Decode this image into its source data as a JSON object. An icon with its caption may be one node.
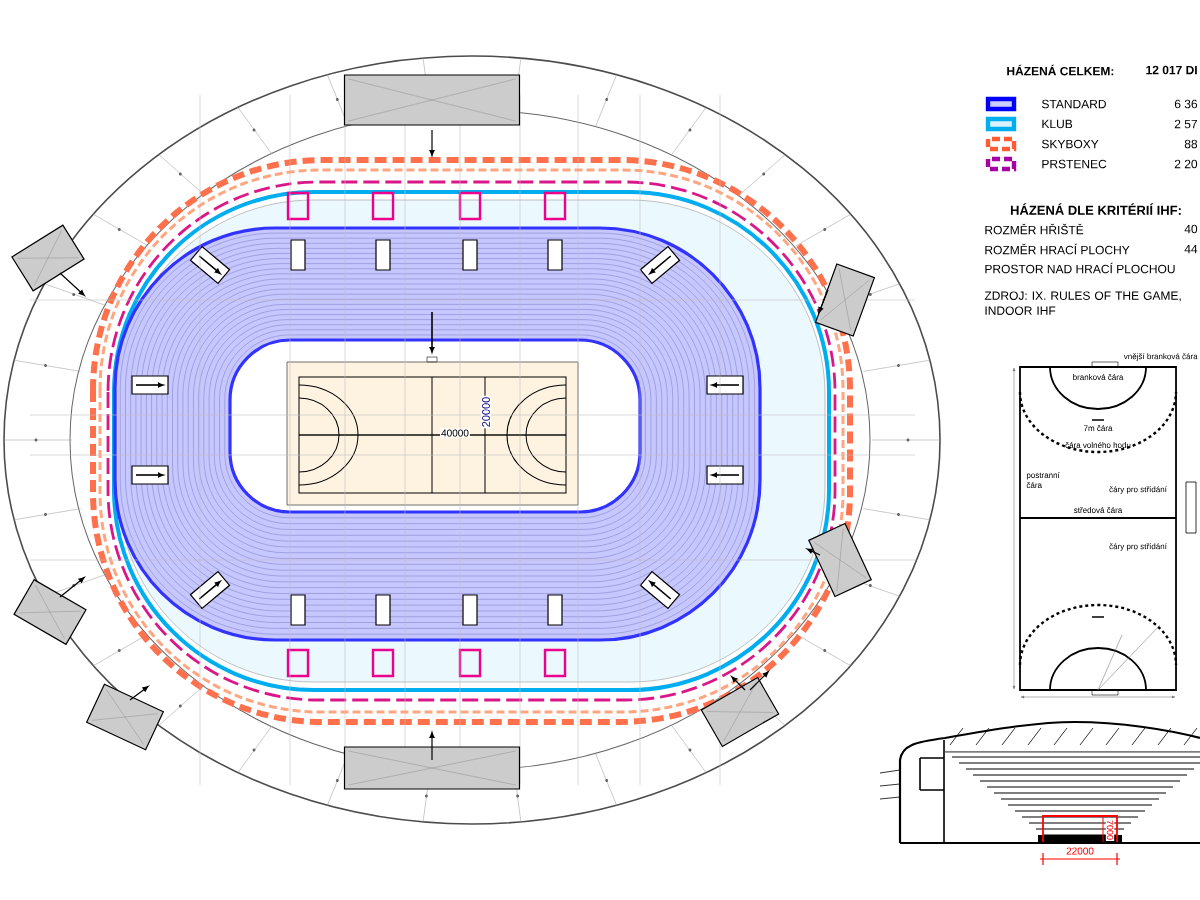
{
  "diagram": {
    "labels": [
      "HÁZENÁ CELKEM:",
      "12 017 DI",
      "6 36",
      "2 57",
      "88",
      "2 20",
      "HÁZENÁ DLE KRITÉRIÍ IHF:",
      "ROZMĚR HŘIŠTĚ",
      "40",
      "ROZMĚR HRACÍ PLOCHY",
      "44",
      "PROSTOR NAD HRACÍ PLOCHOU",
      "ZDROJ: IX. RULES OF THE GAME, INDOOR IHF",
      "40000",
      "20000",
      "vnější branková čára",
      "branková čára",
      "7m čára",
      "čára volného hodu",
      "postranní čára",
      "čáry pro střídání",
      "středová čára",
      "čáry pro střídání",
      "7000",
      "22000"
    ],
    "legend": [
      {
        "text": "STANDARD"
      },
      {
        "text": "KLUB"
      },
      {
        "text": "SKYBOXY"
      },
      {
        "text": "PRSTENEC"
      }
    ]
  }
}
